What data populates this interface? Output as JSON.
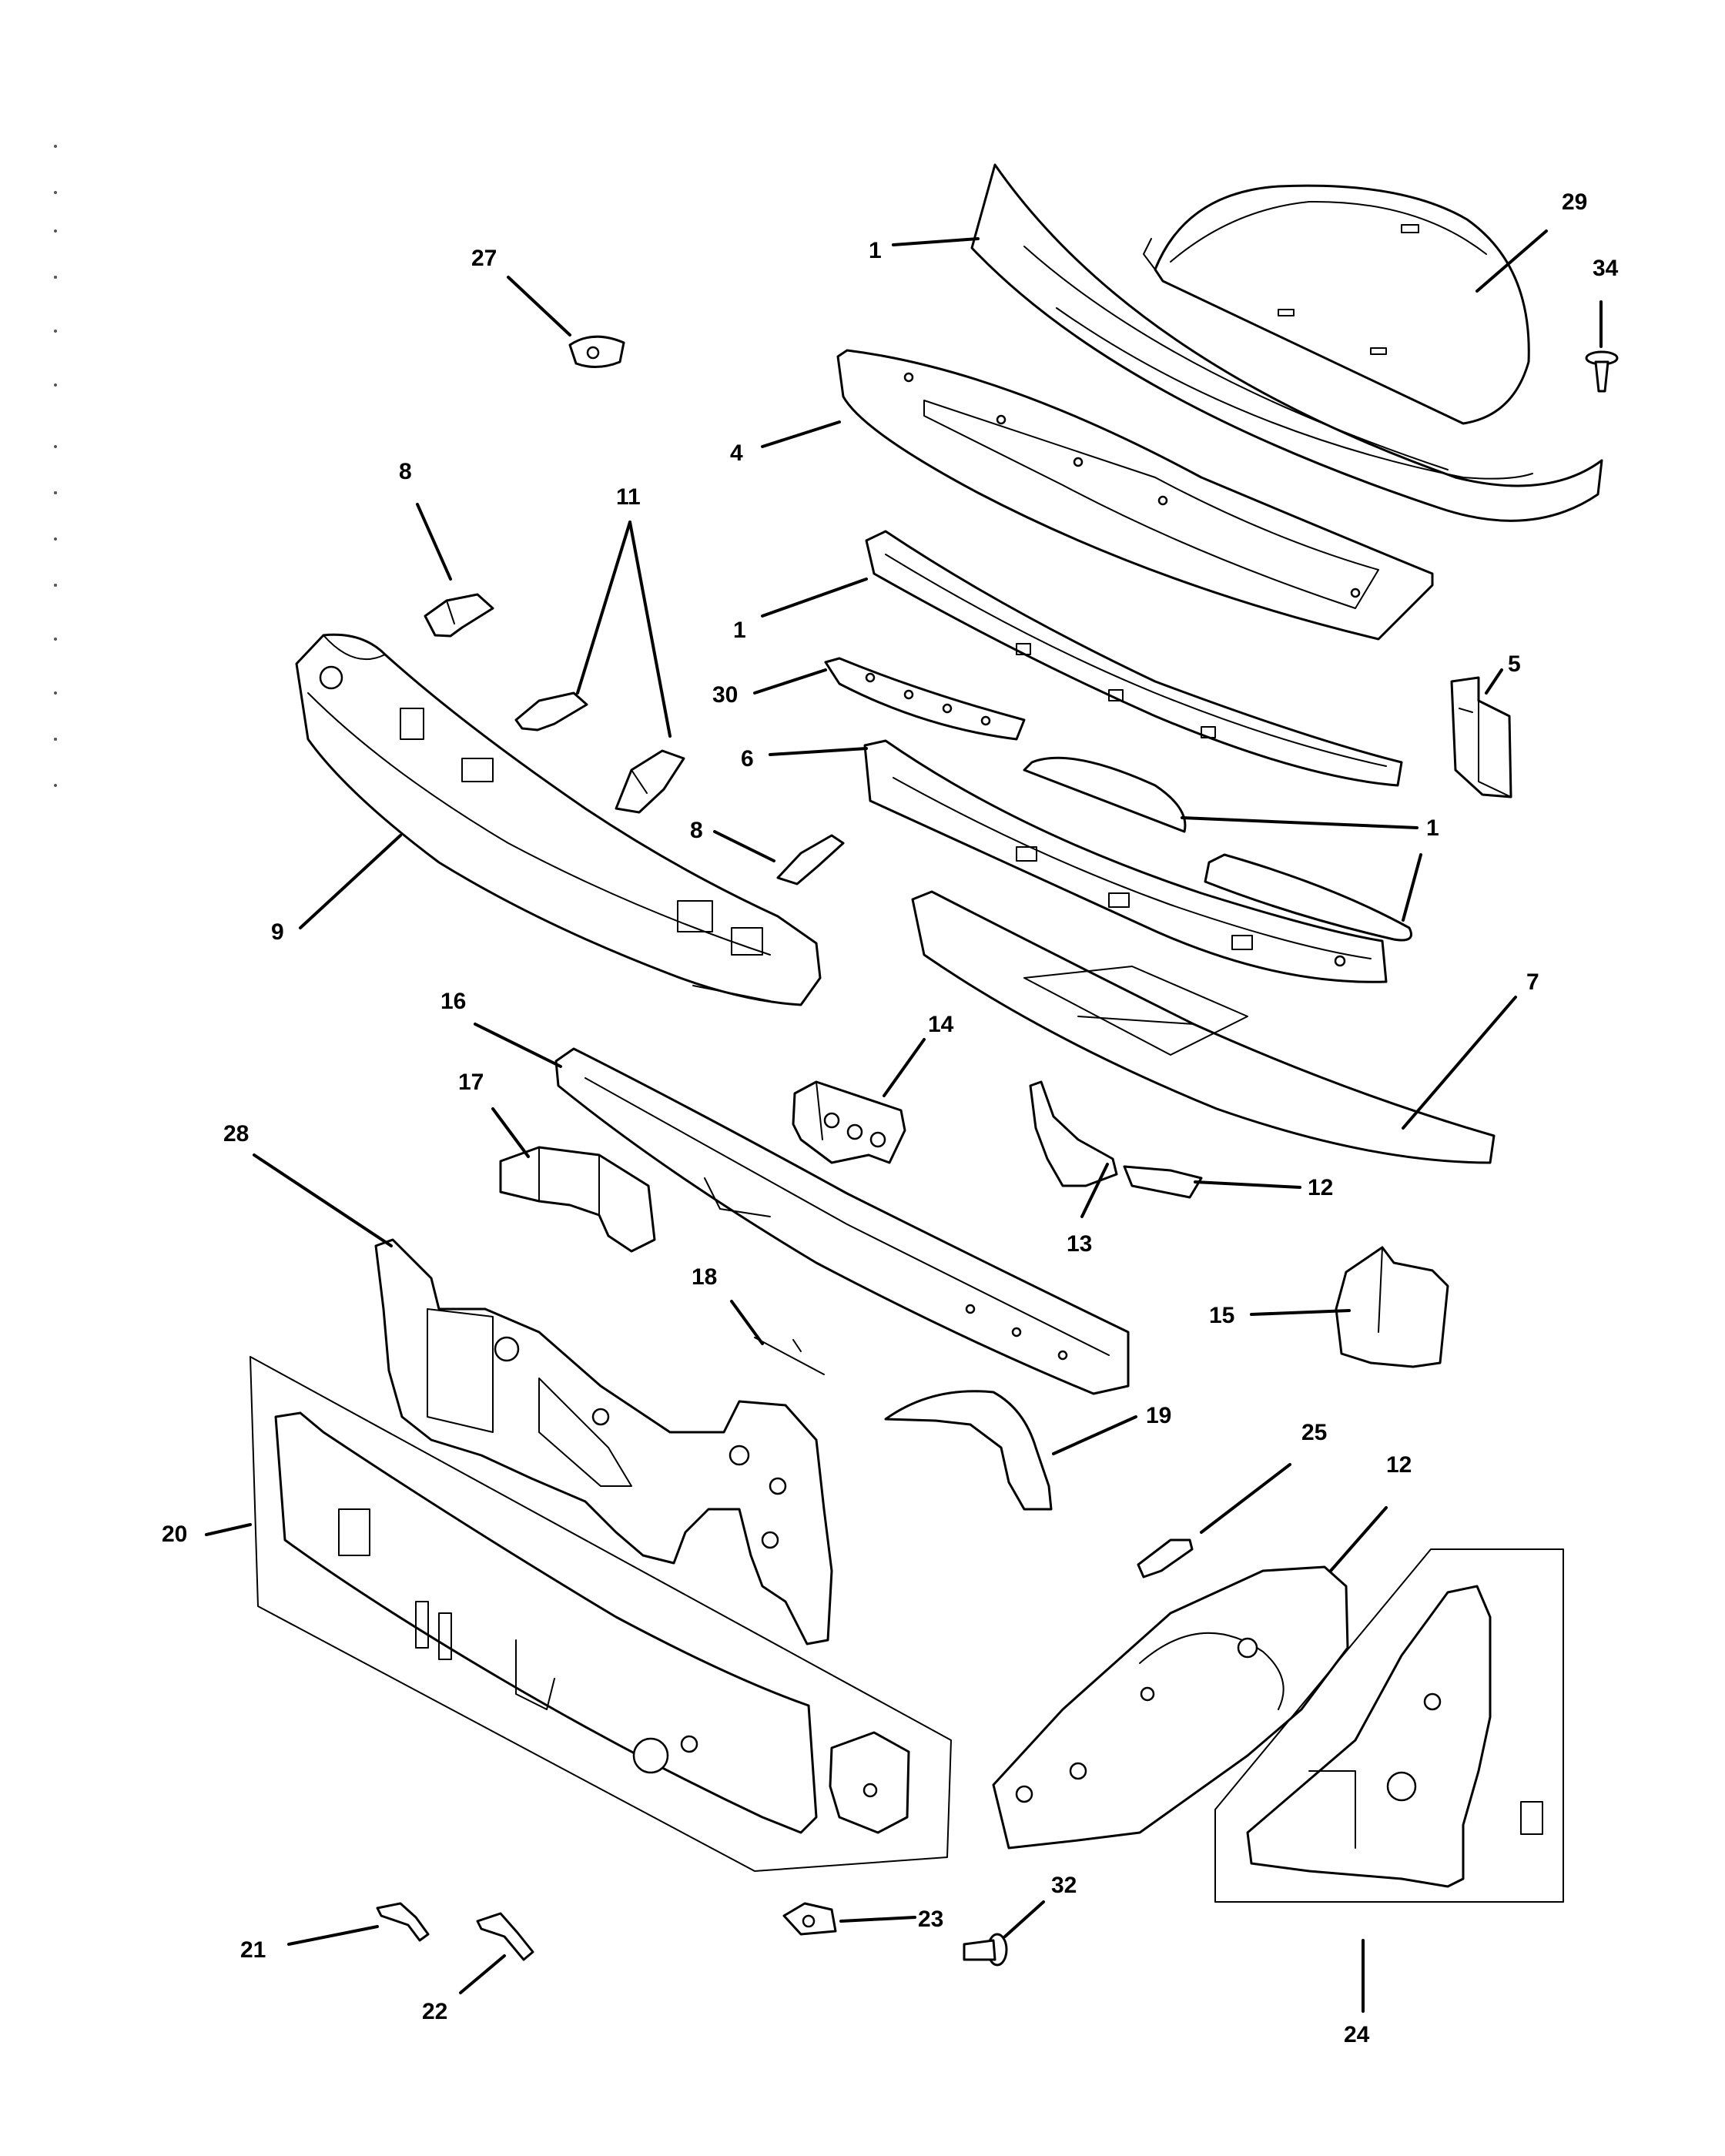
{
  "diagram": {
    "callouts": [
      {
        "id": "c1a",
        "label": "1"
      },
      {
        "id": "c29",
        "label": "29"
      },
      {
        "id": "c34",
        "label": "34"
      },
      {
        "id": "c27",
        "label": "27"
      },
      {
        "id": "c4",
        "label": "4"
      },
      {
        "id": "c8a",
        "label": "8"
      },
      {
        "id": "c11",
        "label": "11"
      },
      {
        "id": "c1b",
        "label": "1"
      },
      {
        "id": "c30",
        "label": "30"
      },
      {
        "id": "c5",
        "label": "5"
      },
      {
        "id": "c6",
        "label": "6"
      },
      {
        "id": "c8b",
        "label": "8"
      },
      {
        "id": "c1c",
        "label": "1"
      },
      {
        "id": "c9",
        "label": "9"
      },
      {
        "id": "c7",
        "label": "7"
      },
      {
        "id": "c16",
        "label": "16"
      },
      {
        "id": "c14",
        "label": "14"
      },
      {
        "id": "c17",
        "label": "17"
      },
      {
        "id": "c28",
        "label": "28"
      },
      {
        "id": "c12a",
        "label": "12"
      },
      {
        "id": "c13",
        "label": "13"
      },
      {
        "id": "c18",
        "label": "18"
      },
      {
        "id": "c15",
        "label": "15"
      },
      {
        "id": "c19",
        "label": "19"
      },
      {
        "id": "c25",
        "label": "25"
      },
      {
        "id": "c12b",
        "label": "12"
      },
      {
        "id": "c20",
        "label": "20"
      },
      {
        "id": "c32",
        "label": "32"
      },
      {
        "id": "c23",
        "label": "23"
      },
      {
        "id": "c21",
        "label": "21"
      },
      {
        "id": "c22",
        "label": "22"
      },
      {
        "id": "c24",
        "label": "24"
      }
    ]
  }
}
